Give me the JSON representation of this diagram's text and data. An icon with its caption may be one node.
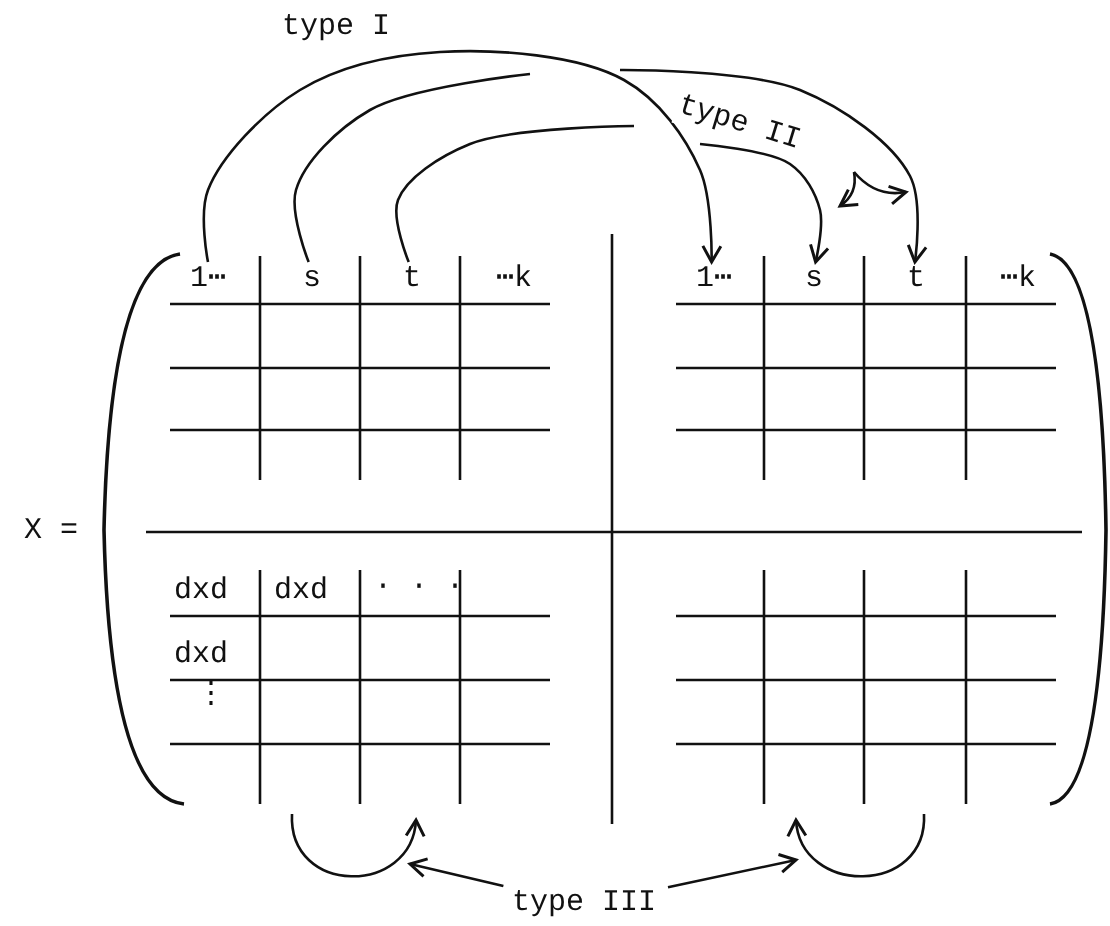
{
  "diagram": {
    "nodes": [
      {
        "text": [
          "1⋯"
        ]
      },
      {
        "text": [
          "s"
        ]
      },
      {
        "text": [
          "t"
        ]
      },
      {
        "text": [
          "⋯k"
        ]
      },
      {
        "text": [
          "1⋯"
        ]
      },
      {
        "text": [
          "s"
        ]
      },
      {
        "text": [
          "t"
        ]
      },
      {
        "text": [
          "⋯k"
        ]
      },
      {
        "text": [
          "type III"
        ]
      }
    ],
    "edges": [
      {
        "from": 0,
        "to": 4,
        "arrow": "to",
        "label": "type I"
      },
      {
        "from": 1,
        "to": null,
        "arrow": "none"
      },
      {
        "from": 2,
        "to": null,
        "arrow": "none"
      },
      {
        "from": null,
        "to": 6,
        "arrow": "to"
      },
      {
        "from": null,
        "to": 5,
        "arrow": "to",
        "label": "type II"
      },
      {
        "from": 8,
        "to": null,
        "arrow": "to"
      },
      {
        "from": 8,
        "to": null,
        "arrow": "to"
      }
    ],
    "labels": [
      "X =",
      "dxd",
      "dxd",
      "· · ·",
      "dxd",
      "⋮"
    ]
  }
}
